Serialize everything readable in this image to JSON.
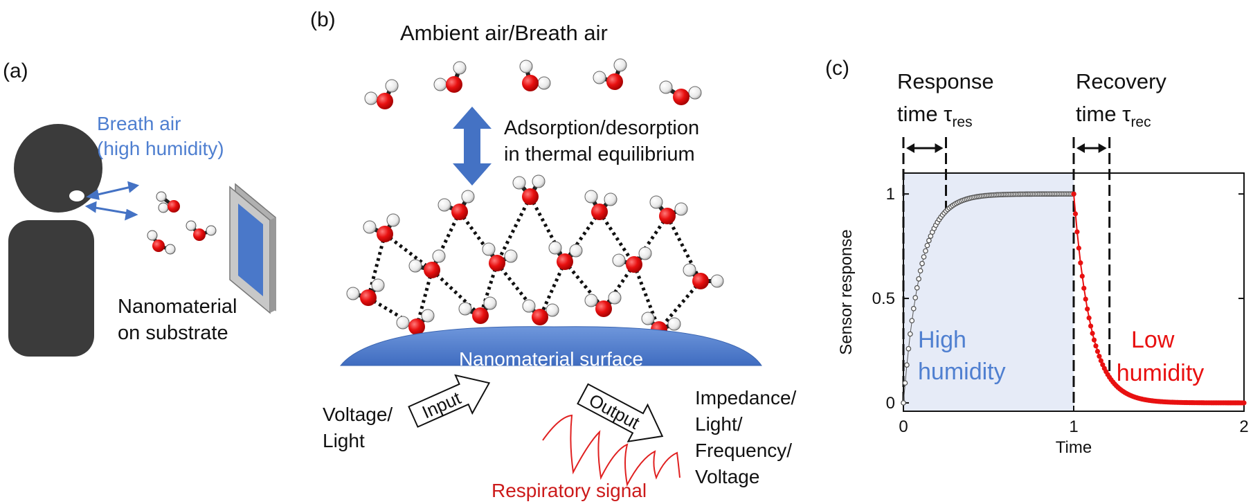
{
  "panel_a": {
    "label": "(a)",
    "breath_air_line1": "Breath air",
    "breath_air_line2": "(high humidity)",
    "nanomaterial_line1": "Nanomaterial",
    "nanomaterial_line2": "on substrate",
    "colors": {
      "person": "#3b3b3b",
      "blue_text": "#4f7fd0",
      "panel": "#4a78c9",
      "frame": "#a9a9a9"
    }
  },
  "panel_b": {
    "label": "(b)",
    "title": "Ambient air/Breath air",
    "adsorption_line1": "Adsorption/desorption",
    "adsorption_line2": "in thermal equilibrium",
    "surface_label": "Nanomaterial surface",
    "input_label": "Input",
    "input_source_line1": "Voltage/",
    "input_source_line2": "Light",
    "output_label": "Output",
    "output_line1": "Impedance/",
    "output_line2": "Light/",
    "output_line3": "Frequency/",
    "output_line4": "Voltage",
    "respiratory_label": "Respiratory signal",
    "colors": {
      "oxygen": "#e01010",
      "hydrogen": "#f2f2f2",
      "surface": "#4a78c9",
      "arrow": "#4472c4",
      "signal": "#e02020"
    }
  },
  "panel_c": {
    "label": "(c)",
    "response_line1": "Response",
    "response_line2": "time τ",
    "response_sub": "res",
    "recovery_line1": "Recovery",
    "recovery_line2": "time τ",
    "recovery_sub": "rec",
    "high_line1": "High",
    "high_line2": "humidity",
    "low_line1": "Low",
    "low_line2": "humidity",
    "colors": {
      "response_curve": "#555555",
      "recovery_curve": "#e81010",
      "shade": "#e6ebf7",
      "high_text": "#4f7fd0",
      "low_text": "#e81010"
    }
  },
  "chart_data": {
    "type": "scatter",
    "xlabel": "Time",
    "ylabel": "Sensor response",
    "xlim": [
      0,
      2
    ],
    "ylim": [
      -0.04,
      1.1
    ],
    "x_ticks": [
      0,
      1,
      2
    ],
    "y_ticks": [
      0,
      0.5,
      1
    ],
    "x_tick_labels": [
      "0",
      "1",
      "2"
    ],
    "y_tick_labels": [
      "0",
      "0.5",
      "1"
    ],
    "shaded_region_x": [
      0,
      1
    ],
    "tau_res": 0.25,
    "tau_rec": 1.21,
    "series": [
      {
        "name": "High humidity",
        "x": [
          0,
          0.02,
          0.04,
          0.06,
          0.08,
          0.1,
          0.12,
          0.14,
          0.16,
          0.18,
          0.2,
          0.22,
          0.25,
          0.28,
          0.32,
          0.36,
          0.4,
          0.45,
          0.5,
          0.6,
          0.7,
          0.8,
          0.9,
          1.0
        ],
        "values": [
          0,
          0.18,
          0.33,
          0.45,
          0.55,
          0.63,
          0.7,
          0.75,
          0.8,
          0.84,
          0.87,
          0.89,
          0.92,
          0.94,
          0.96,
          0.975,
          0.985,
          0.99,
          0.995,
          0.999,
          1,
          1,
          1,
          1
        ]
      },
      {
        "name": "Low humidity",
        "x": [
          1.0,
          1.02,
          1.04,
          1.06,
          1.08,
          1.1,
          1.12,
          1.14,
          1.16,
          1.18,
          1.2,
          1.22,
          1.25,
          1.28,
          1.32,
          1.36,
          1.4,
          1.45,
          1.5,
          1.6,
          1.7,
          1.8,
          1.9,
          2.0
        ],
        "values": [
          1,
          0.82,
          0.67,
          0.55,
          0.45,
          0.37,
          0.3,
          0.25,
          0.2,
          0.16,
          0.13,
          0.11,
          0.08,
          0.06,
          0.04,
          0.025,
          0.015,
          0.01,
          0.005,
          0.002,
          0,
          0,
          0,
          0
        ]
      }
    ]
  }
}
